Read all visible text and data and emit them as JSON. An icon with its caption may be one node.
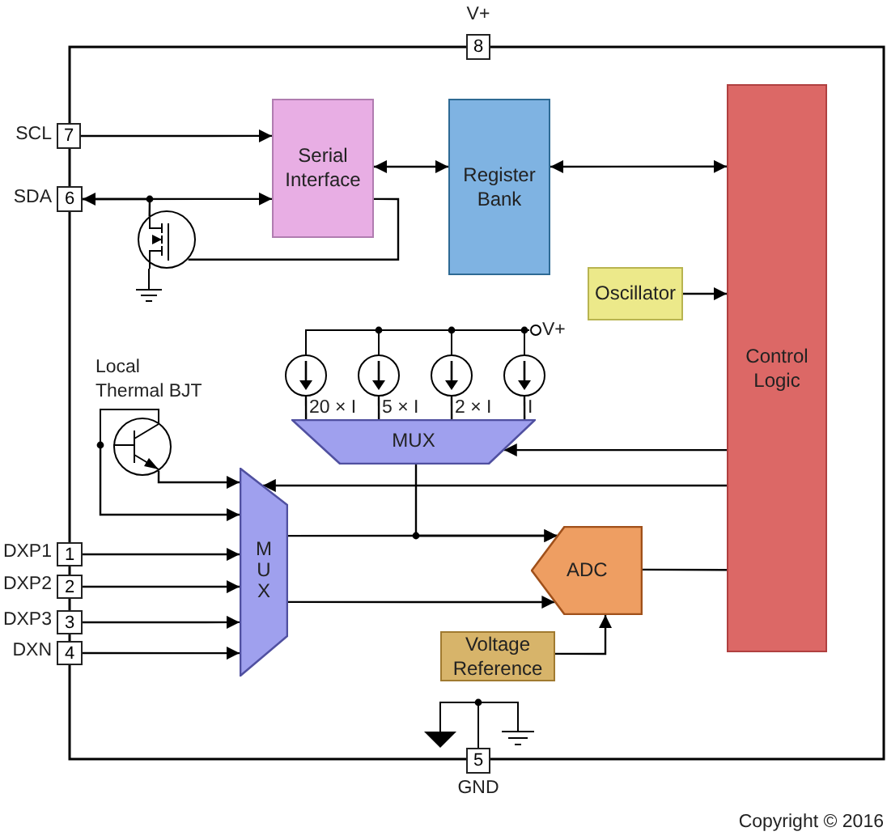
{
  "diagram": {
    "nodes": [
      {
        "text": [
          "8"
        ],
        "beside": [
          "V+"
        ]
      },
      {
        "text": [
          "7"
        ],
        "beside": [
          "SCL"
        ]
      },
      {
        "text": [
          "6"
        ],
        "beside": [
          "SDA"
        ]
      },
      {
        "text": [
          "Serial Interface"
        ]
      },
      {
        "text": [
          "Register Bank"
        ]
      },
      {
        "text": [
          "Control Logic"
        ]
      },
      {
        "text": [],
        "shape": "transistor"
      },
      {
        "text": [
          "Oscillator"
        ]
      },
      {
        "text": [
          "Local Thermal BJT"
        ]
      },
      {
        "text": [],
        "shape": "circle",
        "beside": [
          "20 × I"
        ]
      },
      {
        "text": [],
        "shape": "circle",
        "beside": [
          "5 × I"
        ]
      },
      {
        "text": [],
        "shape": "circle",
        "beside": [
          "2 × I"
        ]
      },
      {
        "text": [],
        "shape": "circle",
        "beside": [
          "I"
        ]
      },
      {
        "text": [
          "MUX"
        ]
      },
      {
        "text": [
          "MUX"
        ]
      },
      {
        "text": [
          "1"
        ],
        "beside": [
          "DXP1"
        ]
      },
      {
        "text": [
          "2"
        ],
        "beside": [
          "DXP2"
        ]
      },
      {
        "text": [
          "3"
        ],
        "beside": [
          "DXP3"
        ]
      },
      {
        "text": [
          "4"
        ],
        "beside": [
          "DXN"
        ]
      },
      {
        "text": [
          "ADC"
        ]
      },
      {
        "text": [
          "Voltage Reference"
        ]
      },
      {
        "text": [
          "5"
        ],
        "beside": [
          "GND"
        ]
      }
    ],
    "edges": [
      {
        "from": 1,
        "to": 3,
        "arrow": "to"
      },
      {
        "from": 2,
        "to": 3,
        "arrow": "both"
      },
      {
        "from": 6,
        "to": 2,
        "arrow": "none"
      },
      {
        "from": 3,
        "to": 6,
        "arrow": "none"
      },
      {
        "from": 3,
        "to": 4,
        "arrow": "both"
      },
      {
        "from": 4,
        "to": 5,
        "arrow": "both"
      },
      {
        "from": 7,
        "to": 5,
        "arrow": "to"
      },
      {
        "from": 5,
        "to": 13,
        "arrow": "to"
      },
      {
        "from": 5,
        "to": 14,
        "arrow": "to"
      },
      {
        "from": 8,
        "to": 14,
        "arrow": "to"
      },
      {
        "from": 8,
        "to": 14,
        "arrow": "to"
      },
      {
        "from": 15,
        "to": 14,
        "arrow": "to"
      },
      {
        "from": 16,
        "to": 14,
        "arrow": "to"
      },
      {
        "from": 17,
        "to": 14,
        "arrow": "to"
      },
      {
        "from": 18,
        "to": 14,
        "arrow": "to"
      },
      {
        "from": 14,
        "to": 19,
        "arrow": "to"
      },
      {
        "from": 13,
        "to": 19,
        "arrow": "to"
      },
      {
        "from": 14,
        "to": 19,
        "arrow": "to"
      },
      {
        "from": 20,
        "to": 19,
        "arrow": "to"
      },
      {
        "from": 19,
        "to": 5,
        "arrow": "none"
      },
      {
        "from": 9,
        "to": 13,
        "arrow": "none"
      },
      {
        "from": 10,
        "to": 13,
        "arrow": "none"
      },
      {
        "from": 11,
        "to": 13,
        "arrow": "none"
      },
      {
        "from": 12,
        "to": 13,
        "arrow": "none"
      }
    ],
    "labels": [
      "V+",
      "Copyright © 2016"
    ]
  }
}
